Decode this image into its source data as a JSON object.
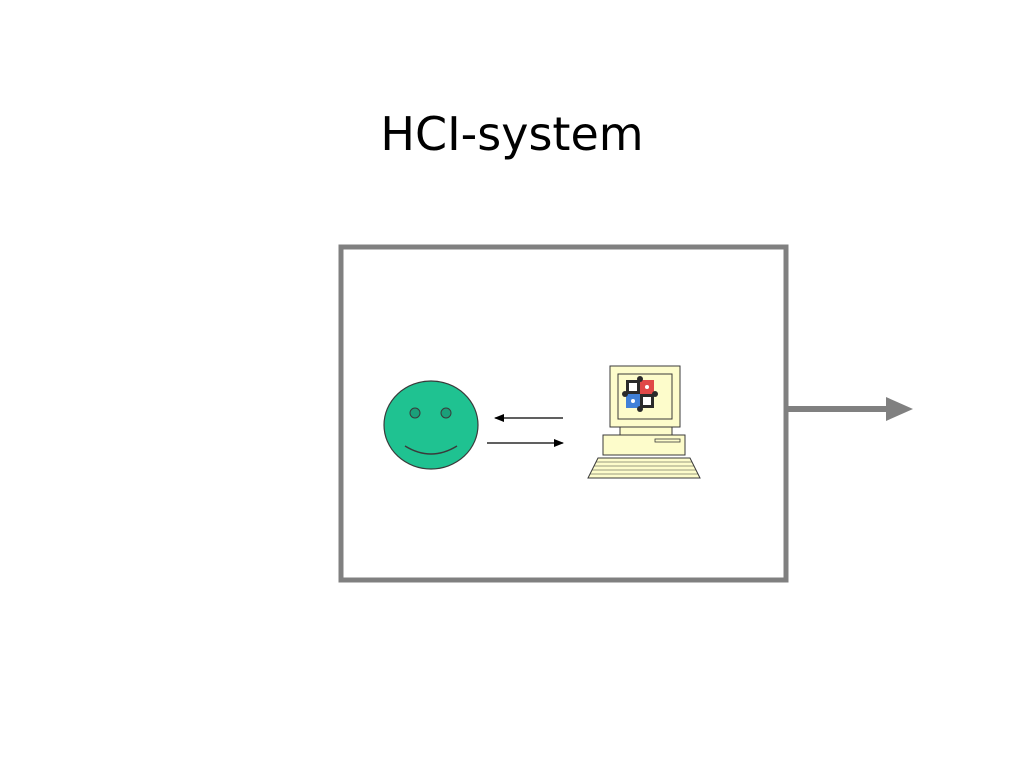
{
  "slide": {
    "title": "HCI-system"
  },
  "diagram": {
    "nodes": [
      {
        "id": "user",
        "kind": "smiley-face-icon"
      },
      {
        "id": "computer",
        "kind": "computer-icon",
        "screen": "puzzle-icon"
      }
    ],
    "edges": [
      {
        "from": "computer",
        "to": "user"
      },
      {
        "from": "user",
        "to": "computer"
      },
      {
        "from": "system-boundary",
        "to": "output"
      }
    ],
    "colors": {
      "face": "#1fc291",
      "face_outline": "#3a3a3a",
      "boundary": "#808080",
      "computer_body": "#fdfccb",
      "puzzle_pieces": [
        "#2a2a2a",
        "#e04848",
        "#4080d8"
      ]
    }
  }
}
